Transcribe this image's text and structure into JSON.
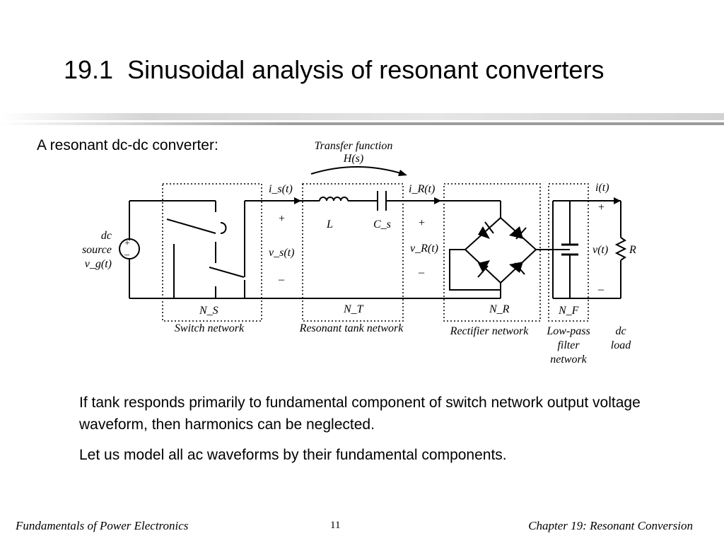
{
  "title": "19.1  Sinusoidal analysis of resonant converters",
  "subhead": "A resonant dc-dc converter:",
  "diagram": {
    "transfer_label_1": "Transfer function",
    "transfer_label_2": "H(s)",
    "is_label": "i_s(t)",
    "ir_label": "i_R(t)",
    "i_label": "i(t)",
    "vs_label": "v_s(t)",
    "vr_label": "v_R(t)",
    "v_label": "v(t)",
    "L_label": "L",
    "Cs_label": "C_s",
    "R_label": "R",
    "source_label_1": "dc",
    "source_label_2": "source",
    "source_label_3": "v_g(t)",
    "plus": "+",
    "minus": "–",
    "ns_label": "N_S",
    "nt_label": "N_T",
    "nr_label": "N_R",
    "nf_label": "N_F",
    "switch_net": "Switch network",
    "tank_net": "Resonant tank network",
    "rect_net": "Rectifier network",
    "lp_1": "Low-pass",
    "lp_2": "filter",
    "lp_3": "network",
    "load_1": "dc",
    "load_2": "load"
  },
  "paragraphs": [
    "If tank responds primarily to fundamental component of switch network output voltage waveform, then harmonics can be neglected.",
    "Let us model all ac waveforms by their fundamental components."
  ],
  "footer": {
    "left": "Fundamentals of Power Electronics",
    "page": "11",
    "right": "Chapter 19:  Resonant Conversion"
  }
}
